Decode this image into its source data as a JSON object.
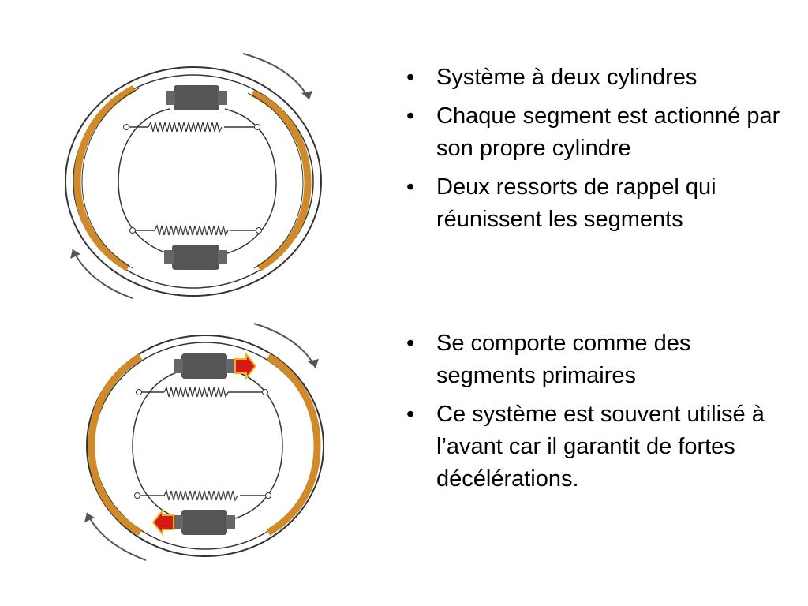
{
  "bullets_group_1": [
    "Système à deux cylindres",
    "Chaque segment est actionné par son propre cylindre",
    "Deux ressorts de rappel qui réunissent les segments"
  ],
  "bullets_group_2": [
    "Se comporte comme des segments primaires",
    "Ce système est souvent utilisé à l’avant car il garantit de fortes décélérations."
  ],
  "bullet_symbol": "•",
  "colors": {
    "lining": "#d08a2a",
    "cylinder": "#555555",
    "arrow_red": "#d61a1a",
    "arrow_yellow": "#f2b21a",
    "line": "#333333"
  }
}
